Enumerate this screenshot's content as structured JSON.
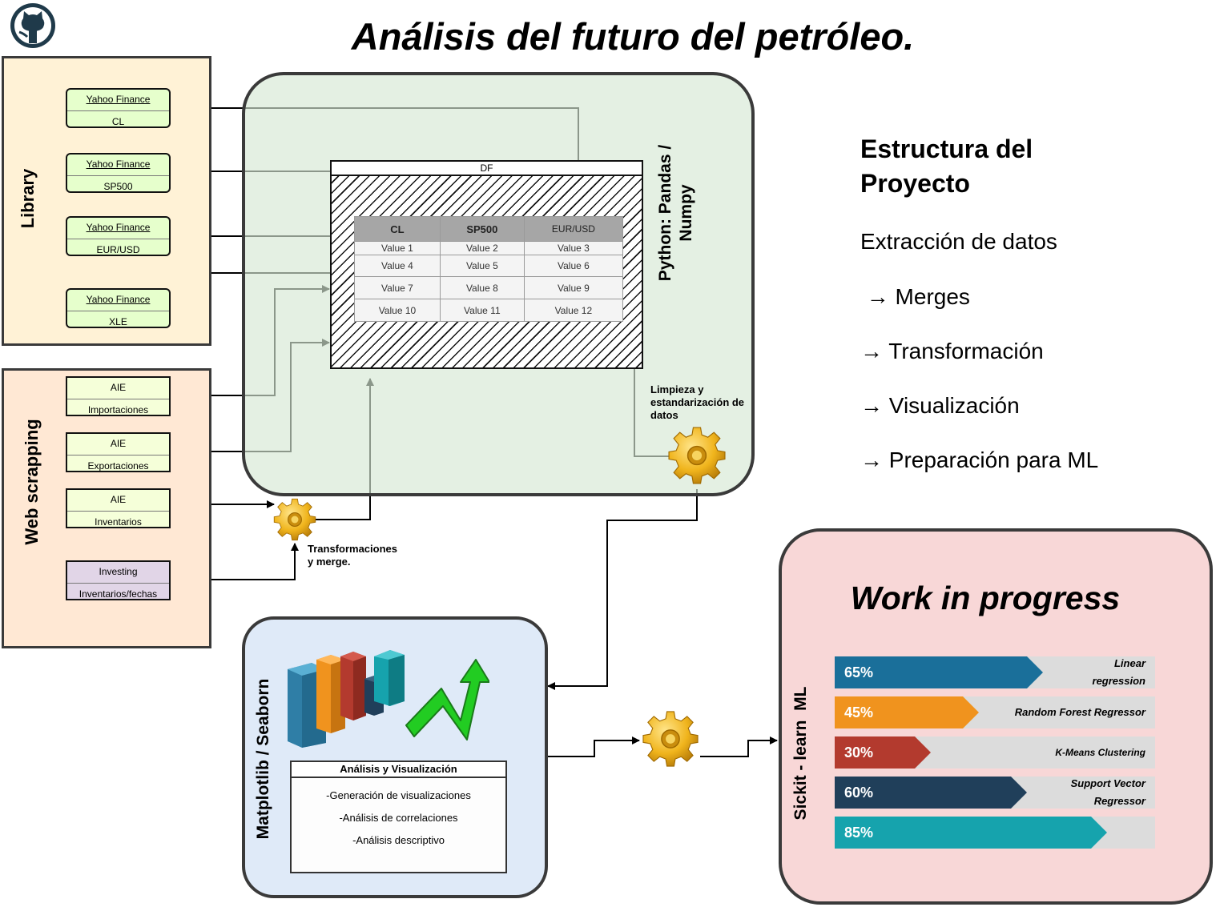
{
  "title": "Análisis del futuro del petróleo.",
  "icons": {
    "github": "github-icon",
    "gear": "gear-icon",
    "bar_chart": "3d-bar-chart-icon",
    "trend": "up-arrow-trend-icon"
  },
  "library": {
    "label": "Library",
    "sources": [
      {
        "provider": "Yahoo Finance",
        "ticker": "CL"
      },
      {
        "provider": "Yahoo Finance",
        "ticker": "SP500"
      },
      {
        "provider": "Yahoo Finance",
        "ticker": "EUR/USD"
      },
      {
        "provider": "Yahoo Finance",
        "ticker": "XLE"
      }
    ]
  },
  "web_scrapping": {
    "label": "Web scrapping",
    "sources": [
      {
        "provider": "AIE",
        "item": "Importaciones"
      },
      {
        "provider": "AIE",
        "item": "Exportaciones"
      },
      {
        "provider": "AIE",
        "item": "Inventarios"
      },
      {
        "provider": "Investing",
        "item": "Inventarios/fechas"
      }
    ]
  },
  "python": {
    "label": "Python: Pandas / Numpy",
    "df": {
      "title": "DF",
      "columns": [
        "CL",
        "SP500",
        "EUR/USD"
      ],
      "rows": [
        [
          "Value 1",
          "Value 2",
          "Value 3"
        ],
        [
          "Value 4",
          "Value 5",
          "Value 6"
        ],
        [
          "Value 7",
          "Value 8",
          "Value 9"
        ],
        [
          "Value 10",
          "Value 11",
          "Value 12"
        ]
      ]
    },
    "cleaning_note": "Limpieza y estandarización de datos"
  },
  "transform_note": "Transformaciones y merge.",
  "structure": {
    "heading": "Estructura del Proyecto",
    "steps": [
      "Extracción de datos",
      " → Merges",
      "→ Transformación",
      "→ Visualización",
      "→ Preparación para ML"
    ]
  },
  "viz": {
    "label": "Matplotlib / Seaborn",
    "box_title": "Análisis y Visualización",
    "items": [
      "-Generación de visualizaciones",
      "-Análisis de correlaciones",
      "-Análisis descriptivo"
    ]
  },
  "ml": {
    "label": "Sickit - learn  ML",
    "heading": "Work in progress",
    "models": [
      {
        "pct": "65%",
        "value": 65,
        "name": "Linear regression",
        "color": "#1a6f9a"
      },
      {
        "pct": "45%",
        "value": 45,
        "name": "Random Forest Regressor",
        "color": "#f0931e"
      },
      {
        "pct": "30%",
        "value": 30,
        "name": "K-Means Clustering",
        "color": "#b33a2e"
      },
      {
        "pct": "60%",
        "value": 60,
        "name": "Support Vector Regressor",
        "color": "#203f5a"
      },
      {
        "pct": "85%",
        "value": 85,
        "name": "",
        "color": "#16a3ad"
      }
    ]
  }
}
